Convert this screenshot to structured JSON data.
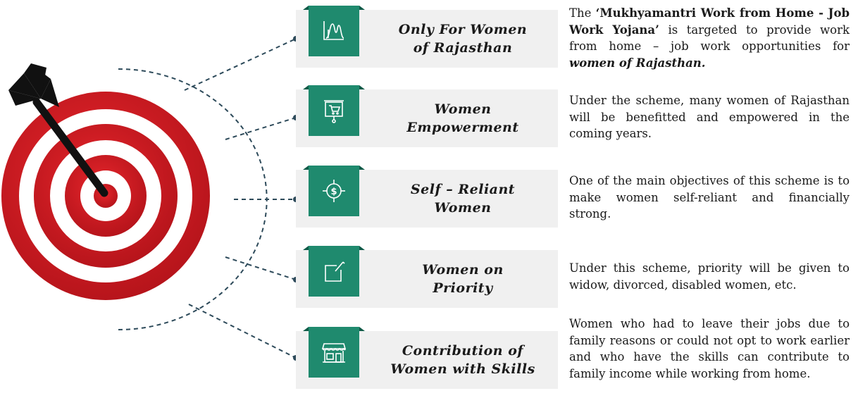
{
  "items": [
    {
      "title": "Only For Women\nof Rajasthan",
      "icon": "chart-curve-icon",
      "desc_segments": [
        {
          "text": "The ",
          "style": "normal"
        },
        {
          "text": "‘Mukhyamantri Work from Home - Job Work Yojana’",
          "style": "bold"
        },
        {
          "text": " is targeted to provide work from home – job work opportunities for ",
          "style": "normal"
        },
        {
          "text": "women of Rajasthan.",
          "style": "bold-italic"
        }
      ]
    },
    {
      "title": "Women\nEmpowerment",
      "icon": "presentation-board-icon",
      "description": "Under the scheme, many women of Rajasthan will be benefitted and empowered in the coming years."
    },
    {
      "title": "Self – Reliant\nWomen",
      "icon": "target-dollar-icon",
      "description": "One of the main objectives of this scheme is to make women self-reliant and financially strong."
    },
    {
      "title": "Women on\nPriority",
      "icon": "edit-box-icon",
      "description": "Under this scheme, priority will be given to widow, divorced, disabled women,  etc."
    },
    {
      "title": "Contribution of\nWomen with Skills",
      "icon": "shop-icon",
      "description": "Women who had to leave their jobs due to family reasons or could not opt to work earlier and who have the skills can contribute to family income while working from home."
    }
  ],
  "colors": {
    "accent": "#1f8a6e",
    "card_bg": "#f0f0f0",
    "target_red": "#d0191f",
    "connector": "#2d4a5a"
  }
}
